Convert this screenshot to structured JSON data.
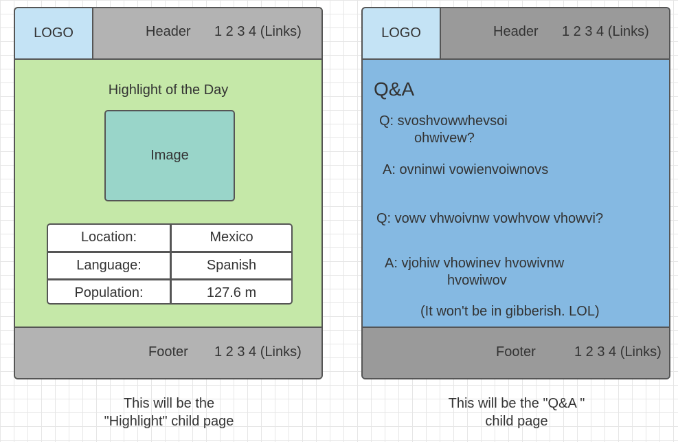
{
  "highlight_page": {
    "logo": "LOGO",
    "header_label": "Header",
    "header_links": "1 2 3 4 (Links)",
    "title": "Highlight of the Day",
    "image_label": "Image",
    "info": [
      {
        "key": "Location:",
        "value": "Mexico"
      },
      {
        "key": "Language:",
        "value": "Spanish"
      },
      {
        "key": "Population:",
        "value": "127.6 m"
      }
    ],
    "footer_label": "Footer",
    "footer_links": "1 2 3 4 (Links)",
    "caption_line1": "This will be the",
    "caption_line2": "\"Highlight\" child page",
    "colors": {
      "body": "#c5e8a8",
      "bars": "#b3b3b3",
      "logo": "#c4e3f5",
      "image": "#99d5c9"
    }
  },
  "qa_page": {
    "logo": "LOGO",
    "header_label": "Header",
    "header_links": "1 2 3 4 (Links)",
    "title": "Q&A",
    "q1_line1": "Q: svoshvowwhevsoi",
    "q1_line2": "ohwivew?",
    "a1": "A: ovninwi vowienvoiwnovs",
    "q2": "Q: vowv vhwoivnw vowhvow vhowvi?",
    "a2_line1": "A: vjohiw vhowinev hvowivnw",
    "a2_line2": "hvowiwov",
    "note": "(It won't be in gibberish. LOL)",
    "footer_label": "Footer",
    "footer_links": "1 2 3 4 (Links)",
    "caption_line1": "This will be the \"Q&A \"",
    "caption_line2": "child page",
    "colors": {
      "body": "#85b9e2",
      "bars": "#9a9a9a",
      "logo": "#c4e3f5"
    }
  }
}
